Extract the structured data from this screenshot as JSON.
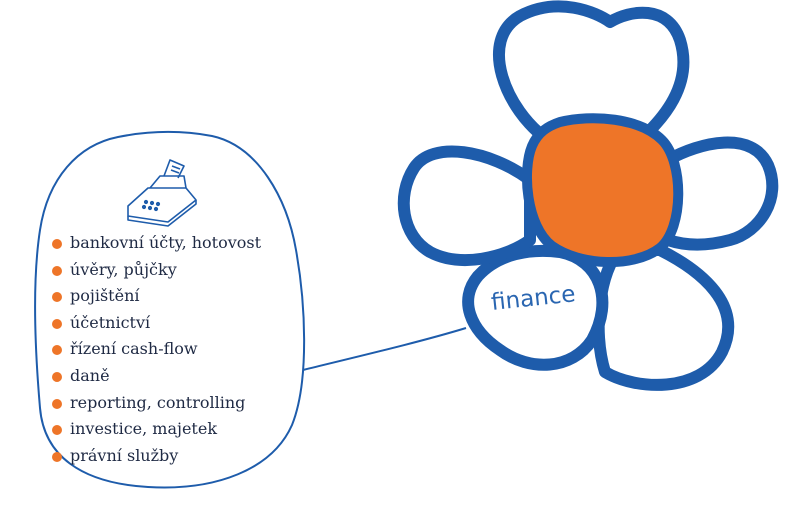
{
  "flower": {
    "label": "finance",
    "outline_color": "#1e5cab",
    "center_color": "#ee7528"
  },
  "bubble": {
    "icon": "cash-register-icon",
    "items": [
      "bankovní účty, hotovost",
      "úvěry, půjčky",
      "pojištění",
      "účetnictví",
      "řízení cash-flow",
      "daně",
      "reporting, controlling",
      "investice, majetek",
      "právní služby"
    ],
    "bullet_color": "#ee7528"
  }
}
